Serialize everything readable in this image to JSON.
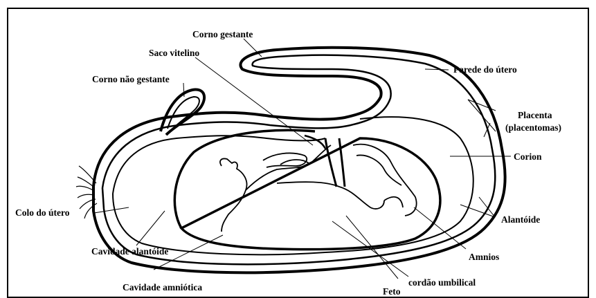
{
  "labels": {
    "corno_gestante": "Corno gestante",
    "saco_vitelino": "Saco vitelino",
    "parede_utero": "Parede do útero",
    "corno_nao_gestante": "Corno não gestante",
    "placenta": "Placenta",
    "placentomas": "(placentomas)",
    "corion": "Corion",
    "colo_utero": "Colo do útero",
    "alantoide": "Alantóide",
    "cavidade_alantoide": "Cavidade alantóide",
    "amnios": "Amnios",
    "cordao_umbilical": "cordão umbilical",
    "cavidade_amniotica": "Cavidade amniótica",
    "feto": "Feto"
  }
}
